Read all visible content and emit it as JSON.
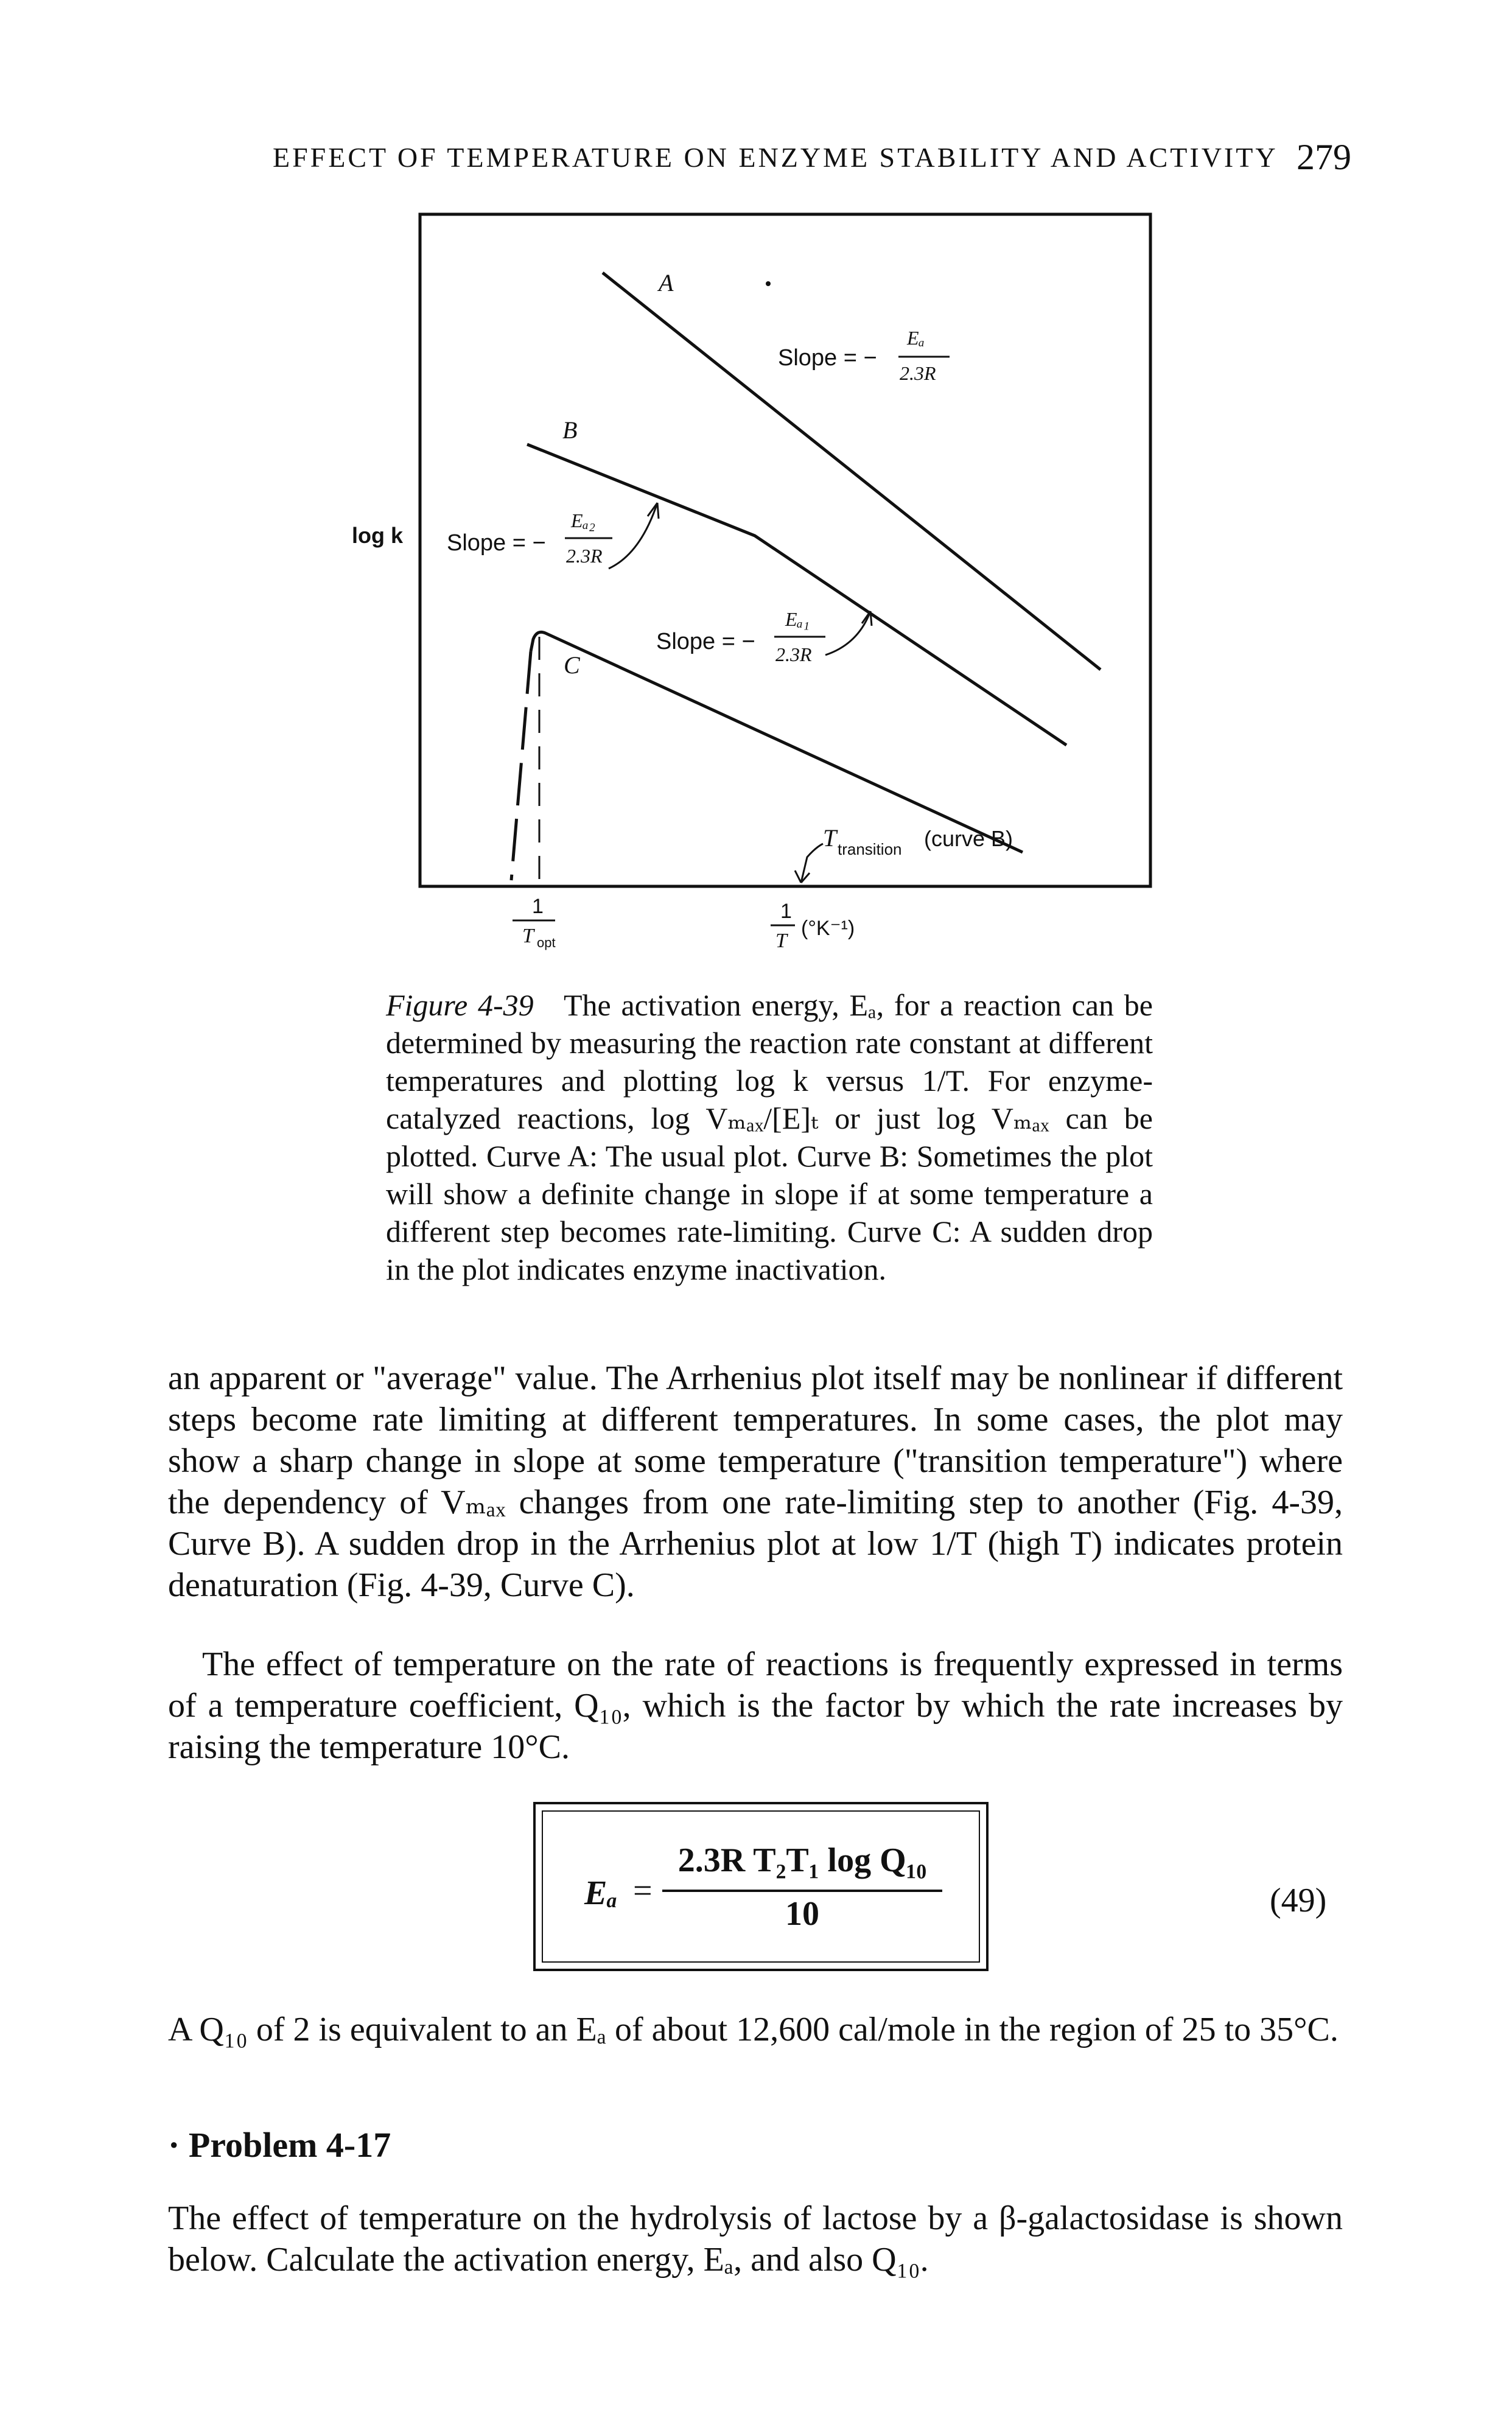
{
  "header": {
    "running_head": "EFFECT OF TEMPERATURE ON ENZYME STABILITY AND ACTIVITY",
    "page_number": "279"
  },
  "figure": {
    "y_axis_label": "log k",
    "x_axis_label": "1/T (°K⁻¹)",
    "x_axis_label_num": "1",
    "x_axis_label_den": "T",
    "x_axis_unit": "(°K⁻¹)",
    "x_tick_label": "1/T_opt",
    "x_tick_num": "1",
    "x_tick_den": "T",
    "x_tick_sub": "opt",
    "curve_a_label": "A",
    "curve_b_label": "B",
    "curve_c_label": "C",
    "slope_a_text": "Slope = −",
    "slope_a_num": "Eₐ",
    "slope_a_den": "2.3R",
    "slope_b2_text": "Slope = −",
    "slope_b2_num": "Eₐ₂",
    "slope_b2_den": "2.3R",
    "slope_b1_text": "Slope = −",
    "slope_b1_num": "Eₐ₁",
    "slope_b1_den": "2.3R",
    "transition_label": "T",
    "transition_sub": "transition",
    "transition_note": "(curve B)"
  },
  "caption": {
    "label": "Figure 4-39",
    "text": "The activation energy, Eₐ, for a reaction can be determined by measuring the reaction rate constant at different temperatures and plotting log k versus 1/T. For enzyme-catalyzed reactions, log Vₘₐₓ/[E]ₜ or just log Vₘₐₓ can be plotted. Curve A: The usual plot. Curve B: Sometimes the plot will show a definite change in slope if at some temperature a different step becomes rate-limiting. Curve C: A sudden drop in the plot indicates enzyme inactivation."
  },
  "body": {
    "paragraph_1": "an apparent or \"average\" value. The Arrhenius plot itself may be nonlinear if different steps become rate limiting at different temperatures. In some cases, the plot may show a sharp change in slope at some temperature (\"transition temperature\") where the dependency of Vₘₐₓ changes from one rate-limiting step to another (Fig. 4-39, Curve B). A sudden drop in the Arrhenius plot at low 1/T (high T) indicates protein denaturation (Fig. 4-39, Curve C).",
    "paragraph_2": "The effect of temperature on the rate of reactions is frequently expressed in terms of a temperature coefficient, Q₁₀, which is the factor by which the rate increases by raising the temperature 10°C.",
    "equation": {
      "lhs": "Eₐ",
      "equals": "=",
      "numerator": "2.3R T₂T₁ log Q₁₀",
      "denominator": "10",
      "number": "(49)"
    },
    "paragraph_3": "A Q₁₀ of 2 is equivalent to an Eₐ of about 12,600 cal/mole in the region of 25 to 35°C.",
    "problem_title": "· Problem 4-17",
    "paragraph_4": "The effect of temperature on the hydrolysis of lactose by a β-galactosidase is shown below. Calculate the activation energy, Eₐ, and also Q₁₀."
  }
}
